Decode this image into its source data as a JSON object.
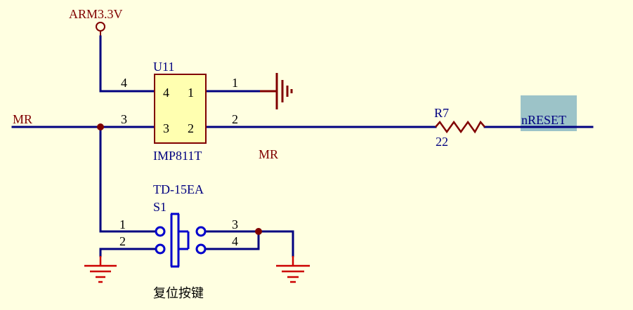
{
  "colors": {
    "background": "#FFFFE1",
    "wire": "#000080",
    "net_label": "#800000",
    "component_fill": "#FFFFB0",
    "component_border": "#800000",
    "ground": "#CC0000",
    "switch": "#0000CC",
    "highlight": "#9CC3C8"
  },
  "power": {
    "label": "ARM3.3V"
  },
  "u11": {
    "designator": "U11",
    "part": "IMP811T",
    "pins": [
      {
        "inner": "4",
        "outer": "4"
      },
      {
        "inner": "3",
        "outer": "3"
      },
      {
        "inner": "1",
        "outer": "1"
      },
      {
        "inner": "2",
        "outer": "2"
      }
    ]
  },
  "nets": {
    "mr_left": "MR",
    "mr_bottom": "MR",
    "nreset": "nRESET"
  },
  "r7": {
    "designator": "R7",
    "value": "22"
  },
  "s1": {
    "part": "TD-15EA",
    "designator": "S1",
    "pins": [
      "1",
      "2",
      "3",
      "4"
    ],
    "caption": "复位按键"
  },
  "icons": [
    "power-port-icon",
    "ground-icon",
    "resistor-icon",
    "pushbutton-icon",
    "junction-dot-icon"
  ]
}
